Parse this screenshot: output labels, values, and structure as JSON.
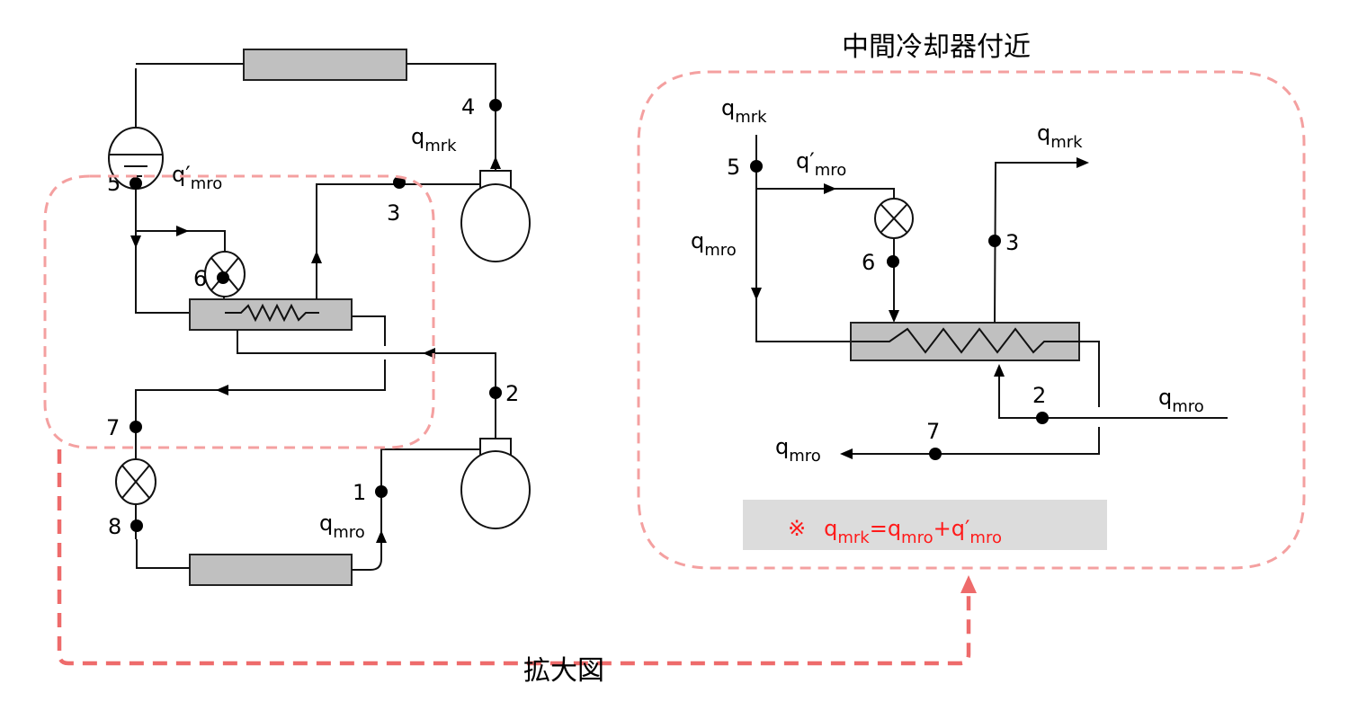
{
  "title": "中間冷却器付近",
  "caption": "拡大図",
  "note": {
    "mark": "※",
    "lhs": "q",
    "lhs_sub": "mrk",
    "eq": "=",
    "t1": "q",
    "t1_sub": "mro",
    "plus": "+",
    "t2": "q′",
    "t2_sub": "mro"
  },
  "colors": {
    "component_fill": "#c0c0c0",
    "highlight_dash": "#f4a0a0",
    "link_dash": "#ee6b6b",
    "note_text": "#ff1a1a",
    "note_bg": "#dcdcdc"
  },
  "left": {
    "points": [
      "1",
      "2",
      "3",
      "4",
      "5",
      "6",
      "7",
      "8"
    ],
    "flows": {
      "qmrk": {
        "q": "q",
        "sub": "mrk"
      },
      "qmro_prime": {
        "q": "q′",
        "sub": "mro"
      },
      "qmro": {
        "q": "q",
        "sub": "mro"
      }
    }
  },
  "right": {
    "points": [
      "5",
      "6",
      "3",
      "2",
      "7"
    ],
    "flows": {
      "qmrk_in": {
        "q": "q",
        "sub": "mrk"
      },
      "qmro_prime": {
        "q": "q′",
        "sub": "mro"
      },
      "qmrk_out": {
        "q": "q",
        "sub": "mrk"
      },
      "qmro_branch": {
        "q": "q",
        "sub": "mro"
      },
      "qmro_in": {
        "q": "q",
        "sub": "mro"
      },
      "qmro_out": {
        "q": "q",
        "sub": "mro"
      }
    }
  }
}
